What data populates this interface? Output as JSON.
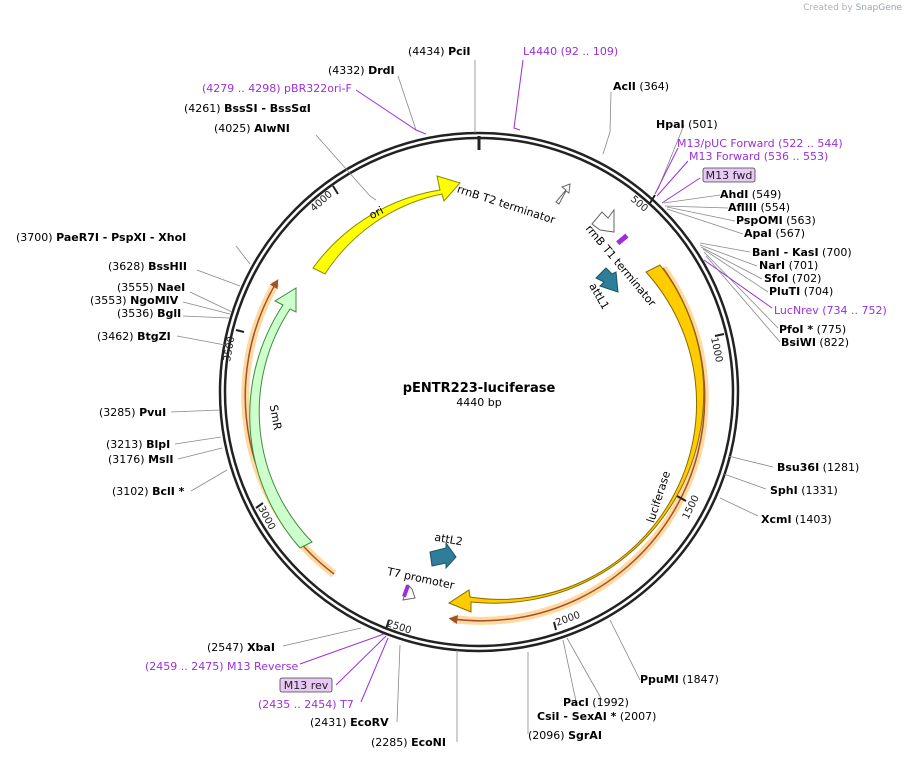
{
  "credit": {
    "prefix": "Created by",
    "brand": "SnapGene"
  },
  "plasmid": {
    "name": "pENTR223-luciferase",
    "length": "4440 bp",
    "total_bp": 4440
  },
  "ticks": [
    "500",
    "1000",
    "1500",
    "2000",
    "2500",
    "3000",
    "3500",
    "4000"
  ],
  "features": [
    {
      "name": "ori",
      "fill": "#ffff00",
      "stroke": "#8a8a00"
    },
    {
      "name": "SmR",
      "fill": "#ccffcc",
      "stroke": "#3c8c3c"
    },
    {
      "name": "luciferase",
      "fill": "#ffcc00",
      "stroke": "#8a6a00"
    },
    {
      "name": "rrnB T2 terminator"
    },
    {
      "name": "rrnB T1 terminator"
    },
    {
      "name": "attL1",
      "fill": "#2e7d99"
    },
    {
      "name": "attL2",
      "fill": "#2e7d99"
    },
    {
      "name": "T7 promoter"
    }
  ],
  "sites": [
    {
      "pos": "(4434)",
      "name": "PciI"
    },
    {
      "pos": "(4332)",
      "name": "DrdI"
    },
    {
      "pos": "(4261)",
      "name": "BssSI",
      "extra": "- BssSαI"
    },
    {
      "pos": "(4025)",
      "name": "AlwNI"
    },
    {
      "pos": "(3700)",
      "name": "PaeR7I",
      "extra": "- PspXI - XhoI"
    },
    {
      "pos": "(3628)",
      "name": "BssHII"
    },
    {
      "pos": "(3555)",
      "name": "NaeI"
    },
    {
      "pos": "(3553)",
      "name": "NgoMIV"
    },
    {
      "pos": "(3536)",
      "name": "BglI"
    },
    {
      "pos": "(3462)",
      "name": "BtgZI"
    },
    {
      "pos": "(3285)",
      "name": "PvuI"
    },
    {
      "pos": "(3213)",
      "name": "BlpI"
    },
    {
      "pos": "(3176)",
      "name": "MslI"
    },
    {
      "pos": "(3102)",
      "name": "BclI *"
    },
    {
      "pos": "(2547)",
      "name": "XbaI"
    },
    {
      "pos": "(2431)",
      "name": "EcoRV"
    },
    {
      "pos": "(2285)",
      "name": "EcoNI"
    },
    {
      "pos": "(2096)",
      "name": "SgrAI"
    },
    {
      "pos": "(2007)",
      "name": "CsiI",
      "extra": "- SexAI *"
    },
    {
      "pos": "(1992)",
      "name": "PacI"
    },
    {
      "pos": "(1847)",
      "name": "PpuMI"
    },
    {
      "pos": "(1403)",
      "name": "XcmI"
    },
    {
      "pos": "(1331)",
      "name": "SphI"
    },
    {
      "pos": "(1281)",
      "name": "Bsu36I"
    },
    {
      "pos": "(364)",
      "name": "AclI"
    },
    {
      "pos": "(501)",
      "name": "HpaI"
    },
    {
      "pos": "(549)",
      "name": "AhdI"
    },
    {
      "pos": "(554)",
      "name": "AflIII"
    },
    {
      "pos": "(563)",
      "name": "PspOMI"
    },
    {
      "pos": "(567)",
      "name": "ApaI"
    },
    {
      "pos": "(700)",
      "name": "BanI",
      "extra": "- KasI"
    },
    {
      "pos": "(701)",
      "name": "NarI"
    },
    {
      "pos": "(702)",
      "name": "SfoI"
    },
    {
      "pos": "(704)",
      "name": "PluTI"
    },
    {
      "pos": "(775)",
      "name": "PfoI *"
    },
    {
      "pos": "(822)",
      "name": "BsiWI"
    }
  ],
  "primers": [
    {
      "label": "L4440",
      "range": "(92 .. 109)"
    },
    {
      "label": "pBR322ori-F",
      "range": "(4279 .. 4298)"
    },
    {
      "label": "M13/pUC Forward",
      "range": "(522 .. 544)"
    },
    {
      "label": "M13 Forward",
      "range": "(536 .. 553)"
    },
    {
      "label": "LucNrev",
      "range": "(734 .. 752)"
    },
    {
      "label": "M13 Reverse",
      "range": "(2459 .. 2475)"
    },
    {
      "label": "T7",
      "range": "(2435 .. 2454)"
    }
  ],
  "boxes": [
    {
      "label": "M13 fwd"
    },
    {
      "label": "M13 rev"
    }
  ],
  "colors": {
    "primer": "#9b30d9",
    "box_fill": "#e8c8f5",
    "backbone": "#222222"
  }
}
